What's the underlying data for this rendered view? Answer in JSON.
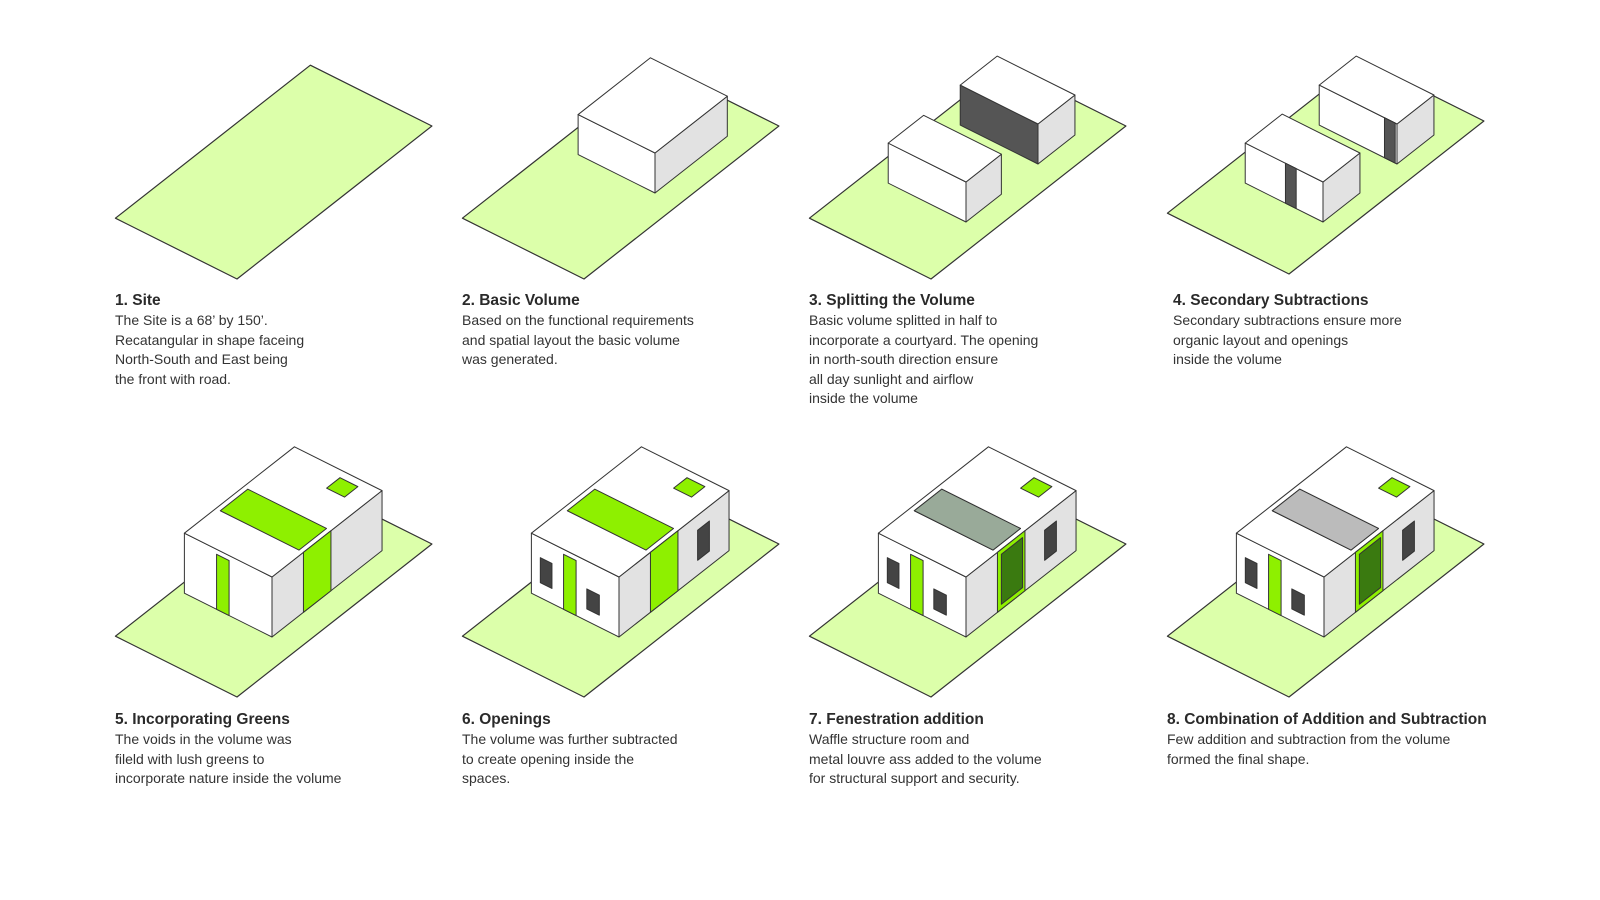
{
  "colors": {
    "site": "#dcffaa",
    "green": "#8ef000",
    "dark": "#555555",
    "face_side": "#e2e2e2"
  },
  "panels": [
    {
      "title": "1. Site",
      "lines": [
        "The Site is a 68’ by 150’.",
        "Recatangular in shape faceing",
        "North-South and East being",
        "the front with road."
      ]
    },
    {
      "title": "2. Basic Volume",
      "lines": [
        "Based on the functional requirements",
        "and spatial layout the basic volume",
        "was generated."
      ]
    },
    {
      "title": "3. Splitting the Volume",
      "lines": [
        "Basic volume splitted in half to",
        "incorporate a courtyard. The opening",
        "in north-south direction ensure",
        "all day sunlight and airflow",
        "inside the volume"
      ]
    },
    {
      "title": "4. Secondary Subtractions",
      "lines": [
        "Secondary subtractions ensure more",
        "organic layout and openings",
        "inside the volume"
      ]
    },
    {
      "title": "5. Incorporating Greens",
      "lines": [
        "The voids in the volume was",
        "fileld with lush greens to",
        "incorporate nature inside the volume"
      ]
    },
    {
      "title": "6. Openings",
      "lines": [
        "The volume was further subtracted",
        "to create opening inside the",
        "spaces."
      ]
    },
    {
      "title": "7. Fenestration addition",
      "lines": [
        "Waffle structure room and",
        "metal louvre ass added to the volume",
        "for structural support and security."
      ]
    },
    {
      "title": "8. Combination of Addition and Subtraction",
      "lines": [
        "Few addition and subtraction from the volume",
        "formed the final shape."
      ]
    }
  ]
}
